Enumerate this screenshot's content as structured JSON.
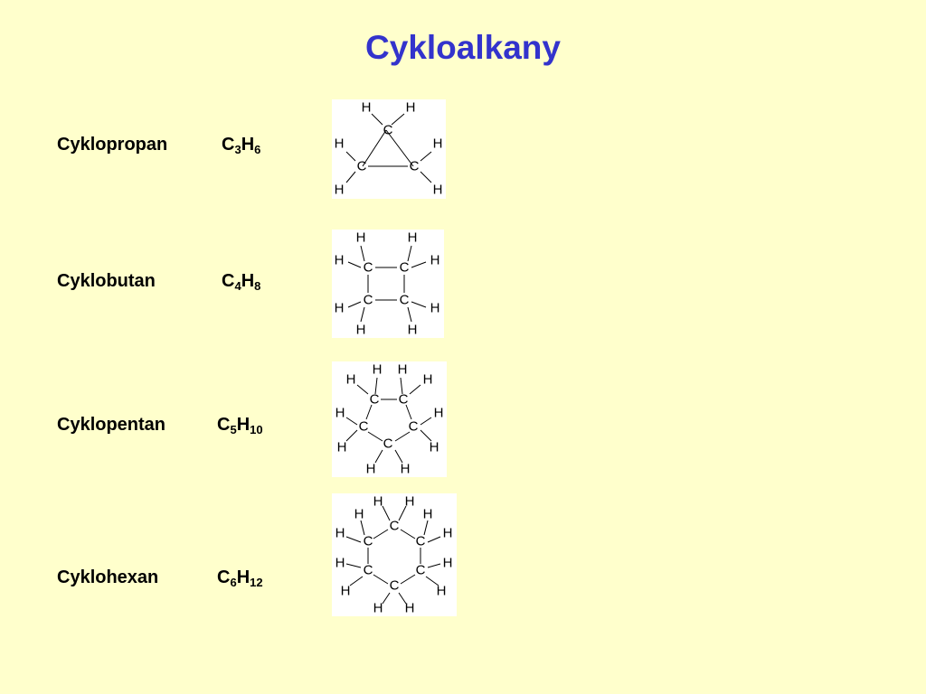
{
  "title": "Cykloalkany",
  "rows": [
    {
      "name": "Cyklopropan",
      "formula": {
        "c": "C",
        "c_sub": "3",
        "h": "H",
        "h_sub": "6"
      }
    },
    {
      "name": "Cyklobutan",
      "formula": {
        "c": "C",
        "c_sub": "4",
        "h": "H",
        "h_sub": "8"
      }
    },
    {
      "name": "Cyklopentan",
      "formula": {
        "c": "C",
        "c_sub": "5",
        "h": "H",
        "h_sub": "10"
      }
    },
    {
      "name": "Cyklohexan",
      "formula": {
        "c": "C",
        "c_sub": "6",
        "h": "H",
        "h_sub": "12"
      }
    }
  ],
  "atoms": {
    "carbon": "C",
    "hydrogen": "H"
  }
}
